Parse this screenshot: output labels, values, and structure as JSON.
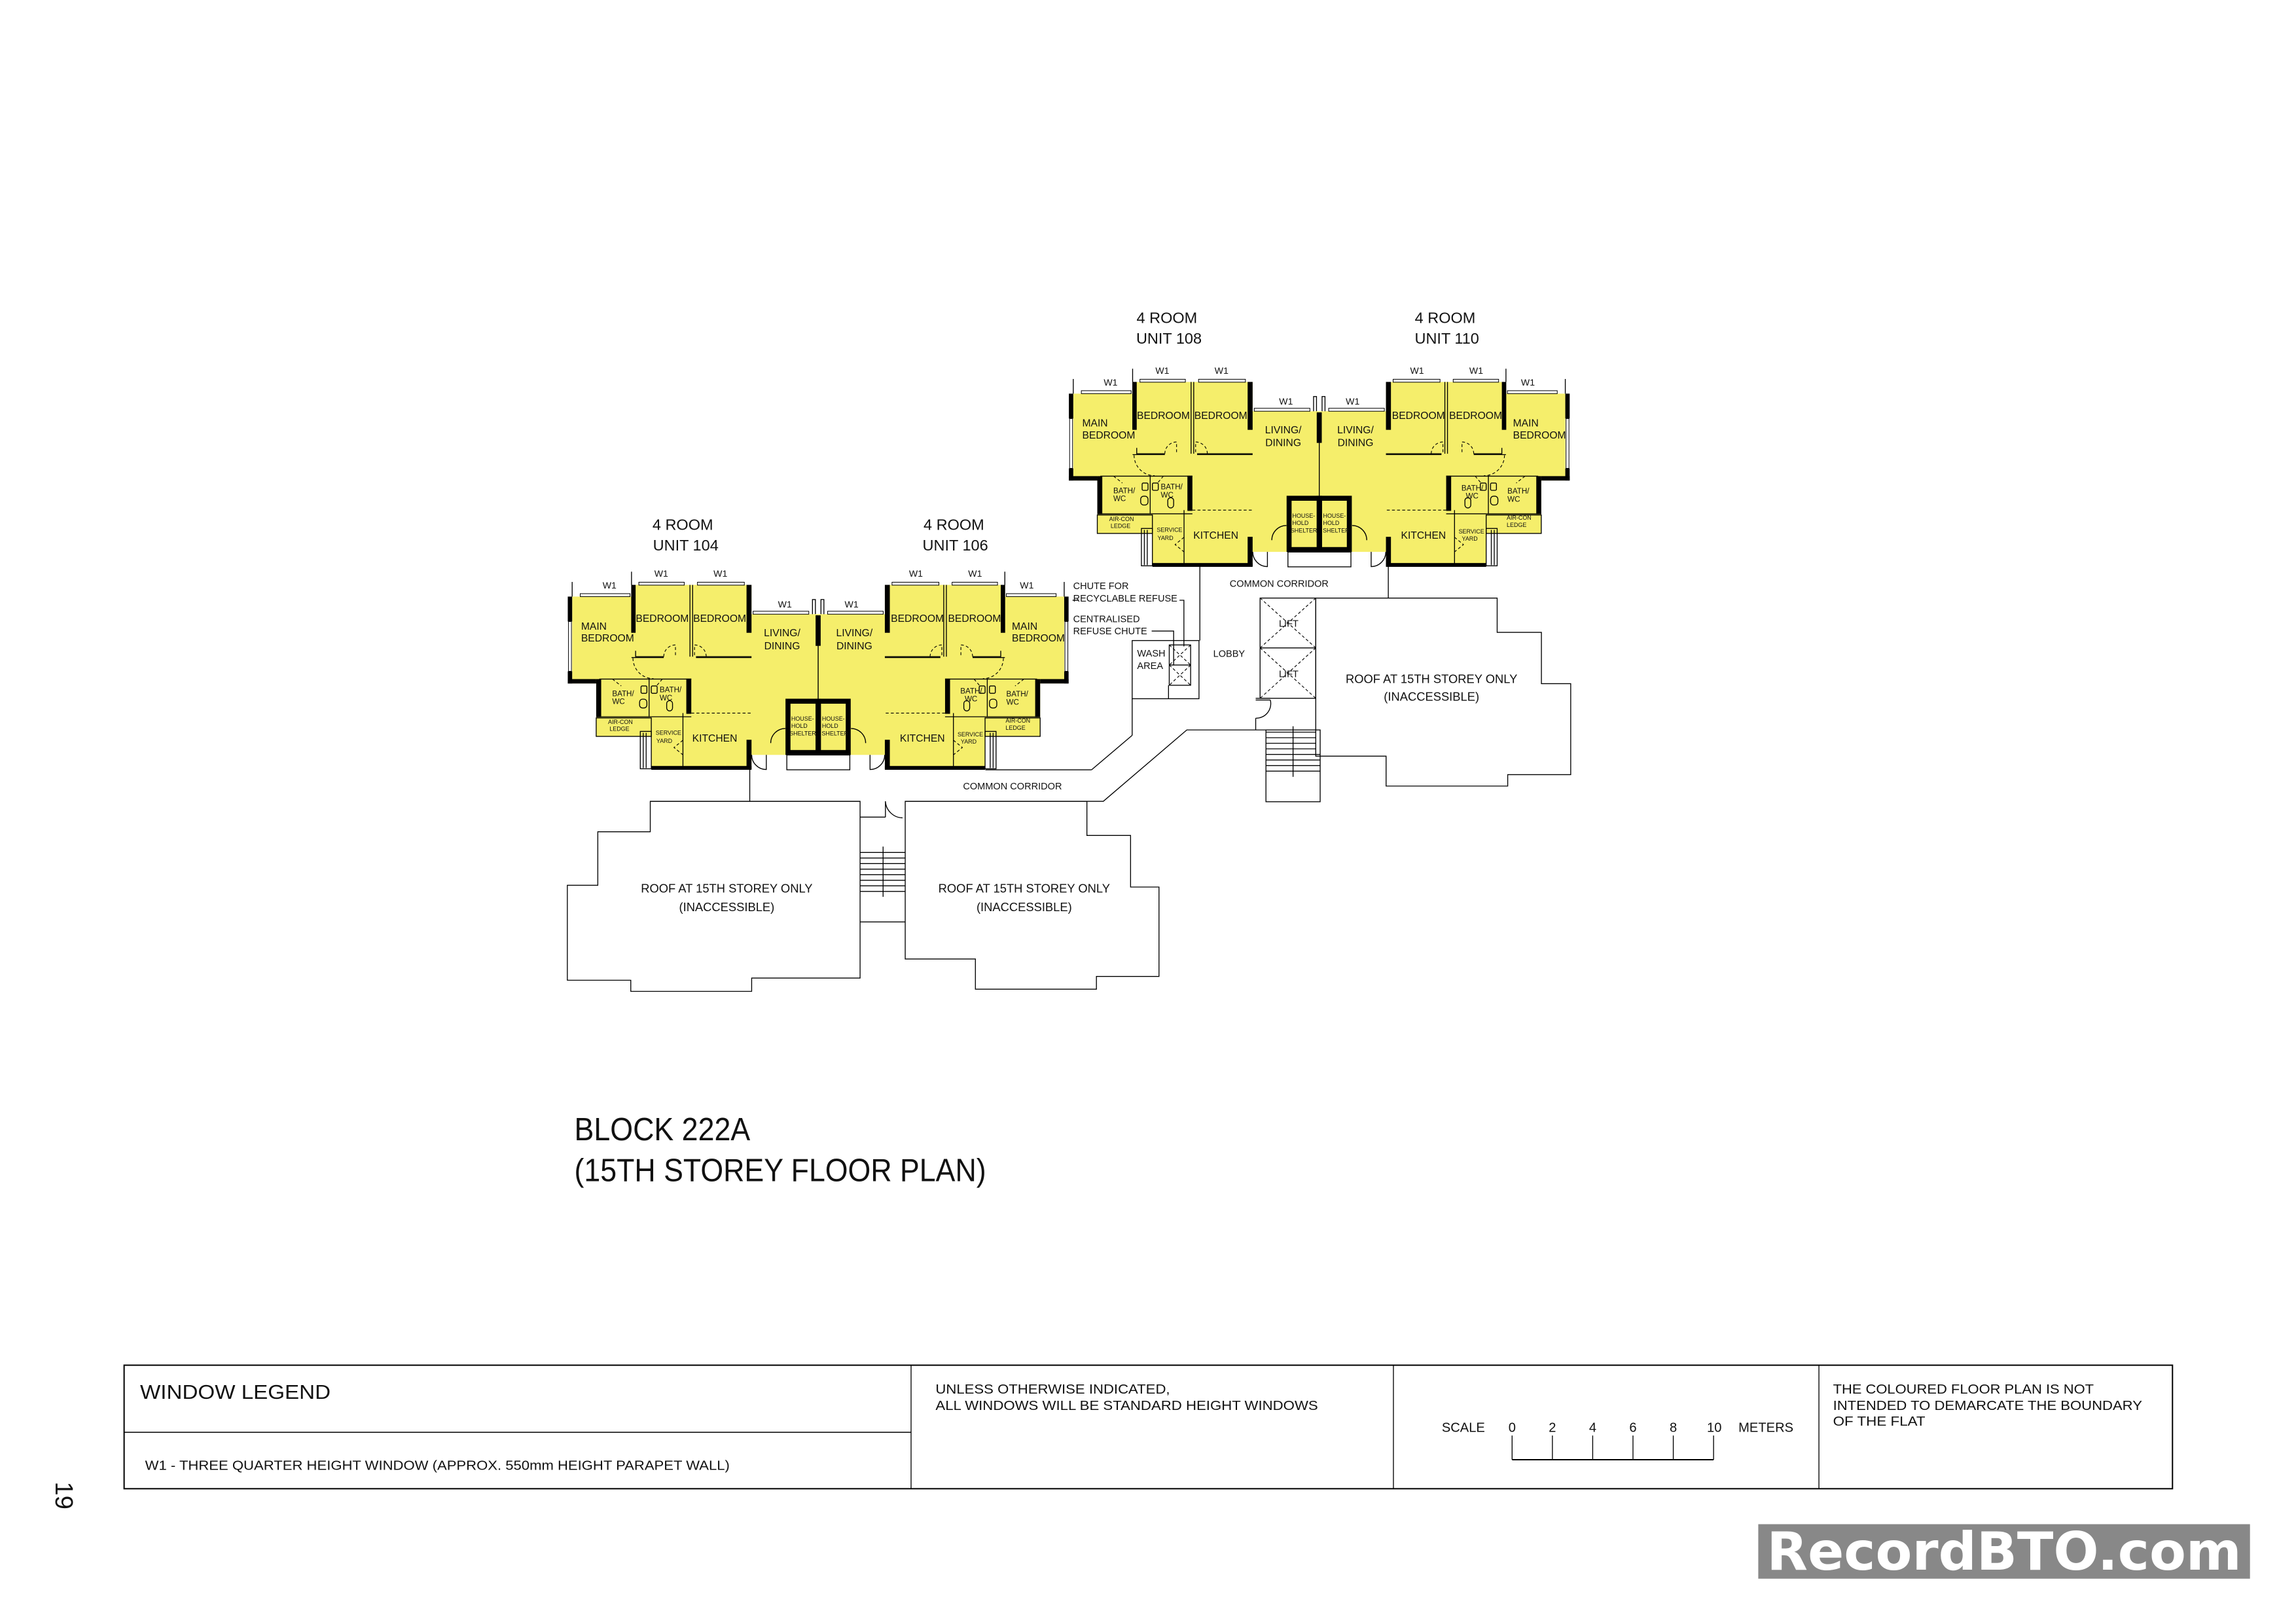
{
  "units": [
    {
      "type": "4 ROOM",
      "unit": "UNIT 104"
    },
    {
      "type": "4 ROOM",
      "unit": "UNIT 106"
    },
    {
      "type": "4 ROOM",
      "unit": "UNIT 108"
    },
    {
      "type": "4 ROOM",
      "unit": "UNIT 110"
    }
  ],
  "window_tag": "W1",
  "rooms": {
    "main": "MAIN",
    "bedroom": "BEDROOM",
    "living": "LIVING/",
    "dining": "DINING",
    "bath": "BATH/",
    "wc": "WC",
    "aircon": "AIR-CON",
    "ledge": "LEDGE",
    "service": "SERVICE",
    "yard": "YARD",
    "kitchen": "KITCHEN",
    "house": "HOUSE-",
    "hold": "HOLD",
    "shelter": "SHELTER"
  },
  "labels": {
    "common_corridor": "COMMON CORRIDOR",
    "chute_recyclable": [
      "CHUTE FOR",
      "RECYCLABLE REFUSE"
    ],
    "refuse_chute": [
      "CENTRALISED",
      "REFUSE CHUTE"
    ],
    "wash_area": [
      "WASH",
      "AREA"
    ],
    "lobby": "LOBBY",
    "lift": "LIFT",
    "roof": [
      "ROOF AT 15TH STOREY ONLY",
      "(INACCESSIBLE)"
    ]
  },
  "title": {
    "block": "BLOCK 222A",
    "storey": "(15TH STOREY FLOOR PLAN)"
  },
  "legend": {
    "heading": "WINDOW LEGEND",
    "w1": "W1 - THREE QUARTER HEIGHT WINDOW (APPROX. 550mm HEIGHT PARAPET WALL)",
    "standard_note": [
      "UNLESS OTHERWISE INDICATED,",
      "ALL WINDOWS WILL BE STANDARD HEIGHT WINDOWS"
    ]
  },
  "scale": {
    "label": "SCALE",
    "ticks": [
      "0",
      "2",
      "4",
      "6",
      "8",
      "10"
    ],
    "unit": "METERS"
  },
  "disclaimer": [
    "THE COLOURED FLOOR PLAN IS NOT",
    "INTENDED TO DEMARCATE THE BOUNDARY",
    "OF THE FLAT"
  ],
  "page_number": "19",
  "watermark": "RecordBTO.com",
  "colors": {
    "unit_fill": "#f5ee6b",
    "wall": "#000000",
    "watermark_bg": "#888888",
    "watermark_text": "#ffffff"
  }
}
